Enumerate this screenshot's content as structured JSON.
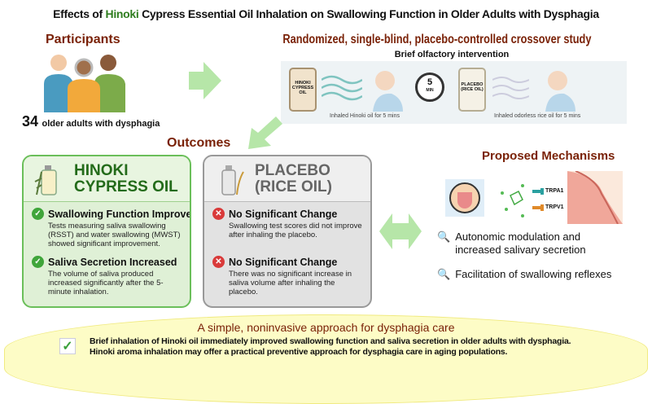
{
  "title": {
    "pre": "Effects of ",
    "highlight": "Hinoki",
    "post": " Cypress Essential Oil Inhalation on Swallowing Function in Older Adults with Dysphagia"
  },
  "participants": {
    "heading": "Participants",
    "count": "34",
    "label": "older adults with dysphagia"
  },
  "study": {
    "heading": "Randomized, single-blind, placebo-controlled crossover study",
    "subheading": "Brief olfactory intervention",
    "bottle1": "HINOKI CYPRESS OIL",
    "caption1": "Inhaled Hinoki oil for 5 mins",
    "timer_value": "5",
    "timer_unit": "MIN",
    "bottle2": "PLACEBO (RICE OIL)",
    "caption2": "Inhaled odorless rice oil for 5 mins"
  },
  "outcomes": {
    "heading": "Outcomes",
    "hinoki": {
      "title_line1": "HINOKI",
      "title_line2": "CYPRESS OIL",
      "items": [
        {
          "heading": "Swallowing Function Improved",
          "text": "Tests measuring saliva swallowing (RSST) and water swallowing (MWST) showed significant improvement."
        },
        {
          "heading": "Saliva Secretion Increased",
          "text": "The volume of saliva produced increased significantly after the 5-minute inhalation."
        }
      ]
    },
    "placebo": {
      "title_line1": "PLACEBO",
      "title_line2": "(RICE OIL)",
      "items": [
        {
          "heading": "No Significant Change",
          "text": "Swallowing test scores did not improve after inhaling the placebo."
        },
        {
          "heading": "No Significant Change",
          "text": "There was no significant increase in saliva volume after inhaling the placebo."
        }
      ]
    }
  },
  "mechanisms": {
    "heading": "Proposed Mechanisms",
    "receptor1": "TRPA1",
    "receptor2": "TRPV1",
    "items": [
      "Autonomic modulation and increased salivary secretion",
      "Facilitation of swallowing reflexes"
    ]
  },
  "conclusion": {
    "heading": "A simple, noninvasive approach for dysphagia care",
    "line1": "Brief inhalation of Hinoki oil immediately improved swallowing function and saliva secretion in older adults with dysphagia.",
    "line2": "Hinoki aroma inhalation may offer a practical preventive approach for dysphagia care in aging populations."
  },
  "colors": {
    "heading": "#7a2208",
    "accent": "#2f7d1f",
    "arrow": "#b6e6a8",
    "yellow": "#fdfcc6"
  }
}
